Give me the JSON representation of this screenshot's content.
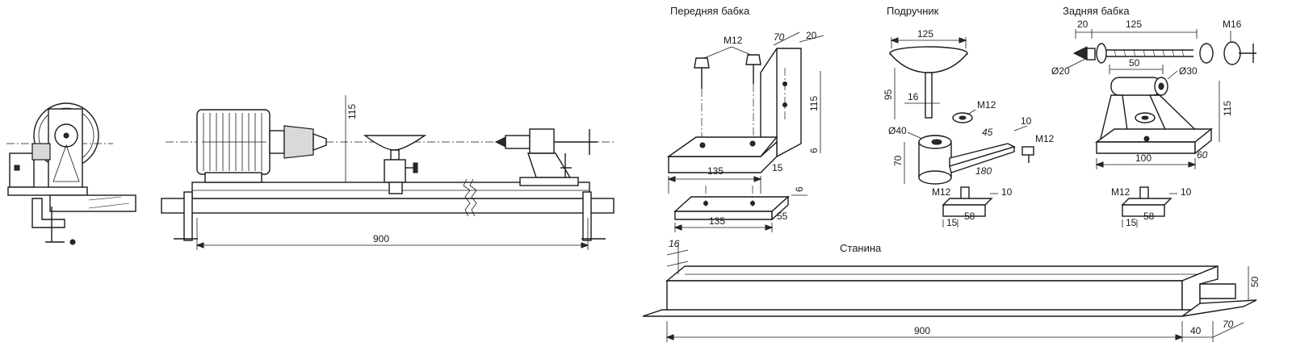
{
  "titles": {
    "headstock": "Передняя бабка",
    "tool_rest": "Подручник",
    "tailstock": "Задняя бабка",
    "bed": "Станина"
  },
  "assembly": {
    "dim_height": "115",
    "dim_length": "900"
  },
  "headstock_part": {
    "bolt": "M12",
    "dim_width": "70",
    "dim_thickness": "20",
    "dim_height": "115",
    "dim_small": "6",
    "dim_length": "135",
    "dim_flange": "15"
  },
  "headstock_clamp": {
    "dim_length": "135",
    "dim_width": "55",
    "dim_thickness": "6"
  },
  "tool_rest_part": {
    "dim_top": "125",
    "dim_height": "95",
    "dim_stem": "16",
    "bolt_top": "M12",
    "dim_diameter": "Ø40",
    "dim_angle_width": "45",
    "dim_angle_thickness": "10",
    "bolt_side": "M12",
    "dim_body": "70",
    "dim_arm": "180",
    "bolt_bottom": "M12",
    "dim_clamp_thickness": "10",
    "dim_clamp_a": "15",
    "dim_clamp_b": "58"
  },
  "tailstock_part": {
    "dim_tip": "20",
    "dim_screw": "125",
    "thread": "M16",
    "dim_center": "Ø20",
    "dim_sleeve": "50",
    "dim_sleeve_dia": "Ø30",
    "dim_height": "115",
    "dim_base": "100",
    "dim_depth": "60",
    "bolt": "M12",
    "dim_clamp_thickness": "10",
    "dim_clamp_a": "15",
    "dim_clamp_b": "58"
  },
  "bed_part": {
    "dim_thickness": "16",
    "dim_height": "50",
    "dim_length": "900",
    "dim_gap": "40",
    "dim_width": "70"
  }
}
